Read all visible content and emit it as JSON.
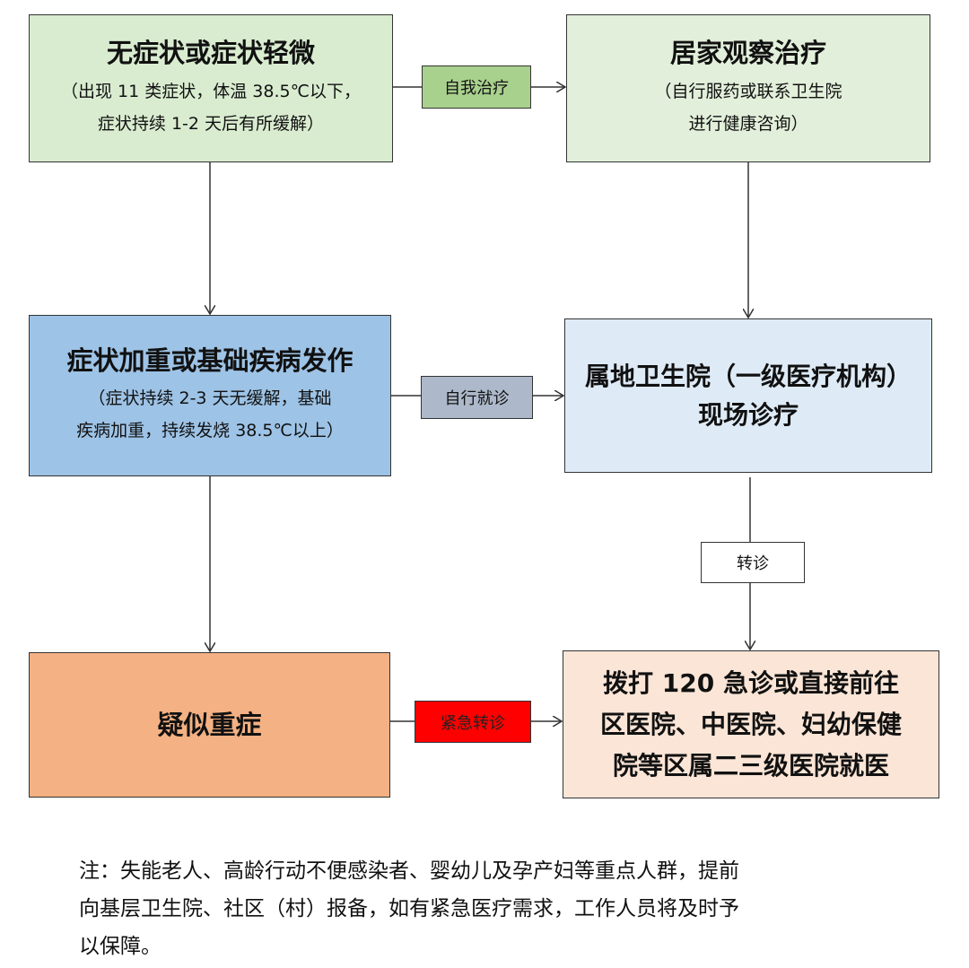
{
  "nodes": {
    "mild": {
      "title": "无症状或症状轻微",
      "sub1": "（出现 11 类症状，体温 38.5℃以下，",
      "sub2": "症状持续 1-2 天后有所缓解）",
      "fill": "#d9ecd0"
    },
    "home": {
      "title": "居家观察治疗",
      "sub1": "（自行服药或联系卫生院",
      "sub2": "进行健康咨询）",
      "fill": "#e2efda"
    },
    "worse": {
      "title": "症状加重或基础疾病发作",
      "sub1": "（症状持续 2-3 天无缓解，基础",
      "sub2": "疾病加重，持续发烧 38.5℃以上）",
      "fill": "#9dc3e6"
    },
    "local": {
      "title1": "属地卫生院（一级医疗机构）",
      "title2": "现场诊疗",
      "fill": "#deebf7"
    },
    "severe": {
      "title": "疑似重症",
      "fill": "#f4b183"
    },
    "hospital": {
      "line1": "拨打 120 急诊或直接前往",
      "line2": "区医院、中医院、妇幼保健",
      "line3": "院等区属二三级医院就医",
      "fill": "#fbe5d6"
    }
  },
  "edges": {
    "self_treat": {
      "label": "自我治疗",
      "fill": "#a9d18e"
    },
    "self_visit": {
      "label": "自行就诊",
      "fill": "#adb9ca"
    },
    "referral": {
      "label": "转诊",
      "fill": "#ffffff"
    },
    "emergency": {
      "label": "紧急转诊",
      "fill": "#ff0000"
    }
  },
  "note": {
    "line1": "注：失能老人、高龄行动不便感染者、婴幼儿及孕产妇等重点人群，提前",
    "line2": "向基层卫生院、社区（村）报备，如有紧急医疗需求，工作人员将及时予",
    "line3": "以保障。"
  }
}
